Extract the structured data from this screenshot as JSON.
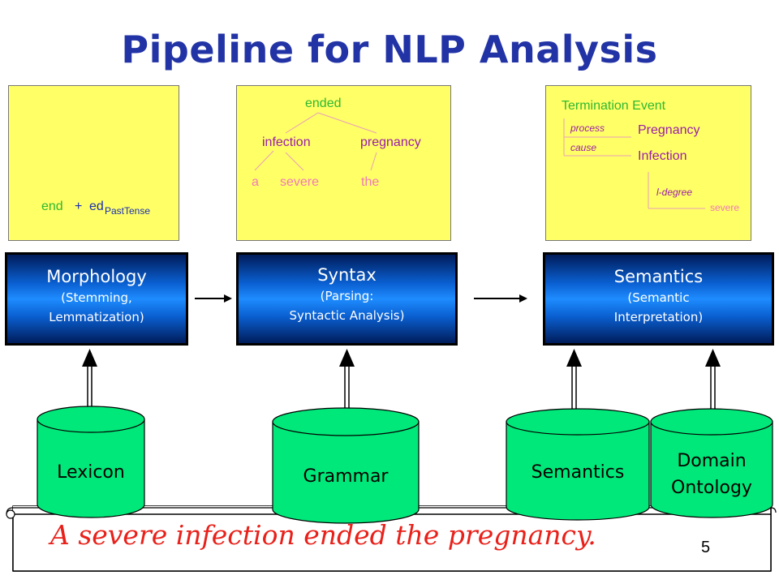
{
  "title": "Pipeline for NLP Analysis",
  "panels": {
    "morph": {
      "end": "end",
      "plus": "+",
      "ed": "ed",
      "subscript": "PastTense"
    },
    "syntax": {
      "ended": "ended",
      "infection": "infection",
      "pregnancy": "pregnancy",
      "a": "a",
      "severe": "severe",
      "the": "the"
    },
    "semantic": {
      "event": "Termination Event",
      "process": "process",
      "cause": "cause",
      "pregnancy": "Pregnancy",
      "infection": "Infection",
      "ldegree": "l-degree",
      "severe": "severe"
    }
  },
  "stages": {
    "morphology": {
      "name": "Morphology",
      "line1": "(Stemming,",
      "line2": "Lemmatization)"
    },
    "syntax": {
      "name": "Syntax",
      "line1": "(Parsing:",
      "line2": "Syntactic Analysis)"
    },
    "semantics": {
      "name": "Semantics",
      "line1": "(Semantic",
      "line2": "Interpretation)"
    }
  },
  "resources": {
    "lexicon": "Lexicon",
    "grammar": "Grammar",
    "semantics": "Semantics",
    "ontology_line1": "Domain",
    "ontology_line2": "Ontology"
  },
  "sentence": "A severe infection ended the pregnancy.",
  "page_number": "5",
  "colors": {
    "title": "#2233a6",
    "panel_bg": "#ffff66",
    "green_text": "#2fb82f",
    "purple_text": "#9a1fa8",
    "pink_text": "#f07ab8",
    "link_line": "#e8a0b8",
    "cylinder": "#00e87a",
    "sentence": "#e8211a"
  }
}
